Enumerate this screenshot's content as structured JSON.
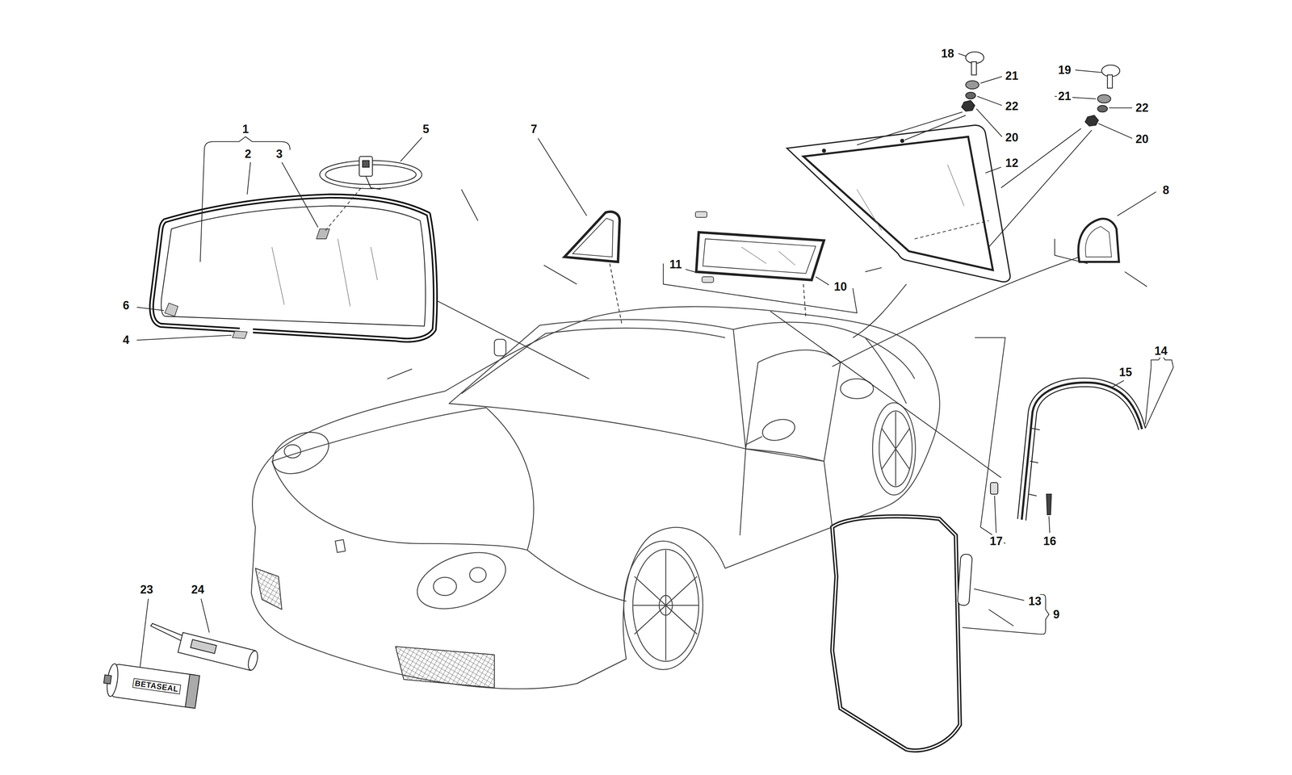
{
  "diagram": {
    "labels": [
      "1",
      "2",
      "3",
      "5",
      "7",
      "18",
      "19",
      "21",
      "21",
      "22",
      "22",
      "20",
      "20",
      "12",
      "8",
      "11",
      "10",
      "6",
      "4",
      "14",
      "15",
      "17",
      "16",
      "23",
      "24",
      "13",
      "9",
      "BETASEAL"
    ]
  }
}
